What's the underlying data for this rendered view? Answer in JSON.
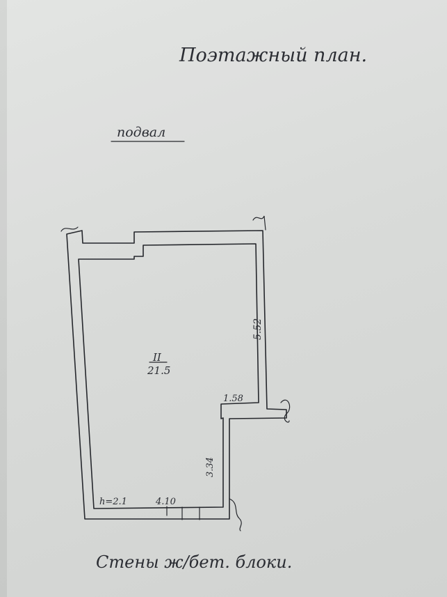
{
  "document": {
    "title": "Поэтажный план.",
    "floor_label": "подвал",
    "footer_note": "Стены ж/бет. блоки."
  },
  "plan": {
    "room_number": "II",
    "room_area": "21.5",
    "dimensions": {
      "right_wall": "5.52",
      "notch_width": "1.58",
      "notch_height": "3.34",
      "bottom_wall": "4.10",
      "ceiling_height": "h=2.1"
    }
  }
}
